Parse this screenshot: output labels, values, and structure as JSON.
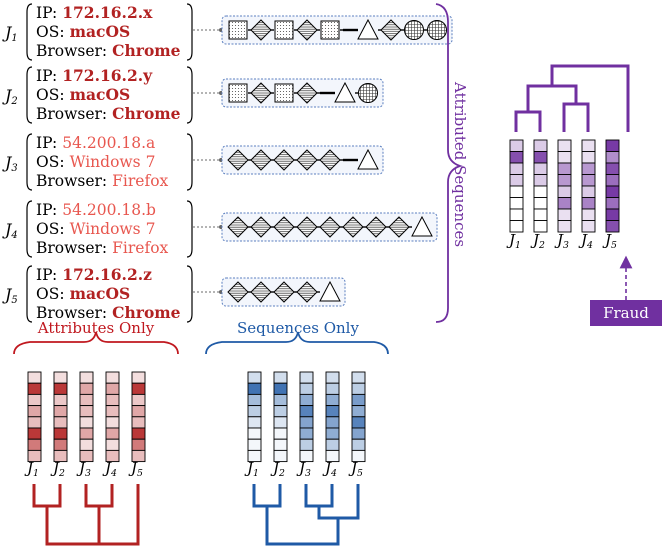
{
  "colors": {
    "bold_red": "#b22222",
    "light_red": "#e8574f",
    "purple": "#7030a0",
    "blue": "#1f5aa6",
    "panel_border": "#5b7fbf",
    "panel_fill": "#f3f6fc"
  },
  "jobs": [
    {
      "label": "J",
      "sub": "1",
      "ip_label": "IP:",
      "ip": "172.16.2.x",
      "os_label": "OS:",
      "os": "macOS",
      "browser_label": "Browser:",
      "browser": "Chrome",
      "highlight": "bold",
      "sequence": [
        "square",
        "diamond",
        "square",
        "diamond",
        "square",
        "line",
        "triangle",
        "diamond",
        "circle",
        "circle"
      ]
    },
    {
      "label": "J",
      "sub": "2",
      "ip_label": "IP:",
      "ip": "172.16.2.y",
      "os_label": "OS:",
      "os": "macOS",
      "browser_label": "Browser:",
      "browser": "Chrome",
      "highlight": "bold",
      "sequence": [
        "square",
        "diamond",
        "square",
        "diamond",
        "line",
        "triangle",
        "circle"
      ]
    },
    {
      "label": "J",
      "sub": "3",
      "ip_label": "IP:",
      "ip": "54.200.18.a",
      "os_label": "OS:",
      "os": "Windows 7",
      "browser_label": "Browser:",
      "browser": "Firefox",
      "highlight": "light",
      "sequence": [
        "diamond",
        "diamond",
        "diamond",
        "diamond",
        "diamond",
        "line",
        "triangle"
      ]
    },
    {
      "label": "J",
      "sub": "4",
      "ip_label": "IP:",
      "ip": "54.200.18.b",
      "os_label": "OS:",
      "os": "Windows 7",
      "browser_label": "Browser:",
      "browser": "Firefox",
      "highlight": "light",
      "sequence": [
        "diamond",
        "diamond",
        "diamond",
        "diamond",
        "diamond",
        "diamond",
        "diamond",
        "diamond",
        "triangle"
      ]
    },
    {
      "label": "J",
      "sub": "5",
      "ip_label": "IP:",
      "ip": "172.16.2.z",
      "os_label": "OS:",
      "os": "macOS",
      "browser_label": "Browser:",
      "browser": "Chrome",
      "highlight": "bold",
      "sequence": [
        "diamond",
        "diamond",
        "diamond",
        "diamond",
        "triangle"
      ]
    }
  ],
  "attributed": {
    "label": "Attributed Sequences",
    "fraud_label": "Fraud",
    "fraud_job_index": 4,
    "columns": [
      [
        0.25,
        0.85,
        0.25,
        0.25,
        0,
        0,
        0,
        0
      ],
      [
        0.25,
        0.85,
        0.25,
        0.25,
        0,
        0,
        0,
        0
      ],
      [
        0.15,
        0.15,
        0.5,
        0.5,
        0.25,
        0.6,
        0.15,
        0.15
      ],
      [
        0.15,
        0.15,
        0.5,
        0.5,
        0.25,
        0.6,
        0.15,
        0.15
      ],
      [
        0.95,
        0.55,
        0.85,
        0.7,
        0.95,
        0.7,
        0.95,
        0.85
      ]
    ]
  },
  "attributes_only": {
    "label": "Attributes Only",
    "columns": [
      [
        0.15,
        0.9,
        0.25,
        0.4,
        0.3,
        0.9,
        0.6,
        0.3
      ],
      [
        0.15,
        0.9,
        0.25,
        0.4,
        0.3,
        0.9,
        0.6,
        0.3
      ],
      [
        0.15,
        0.4,
        0.3,
        0.3,
        0.15,
        0.4,
        0.15,
        0.3
      ],
      [
        0.15,
        0.4,
        0.3,
        0.3,
        0.15,
        0.4,
        0.15,
        0.3
      ],
      [
        0.15,
        0.9,
        0.25,
        0.4,
        0.3,
        0.9,
        0.6,
        0.3
      ]
    ]
  },
  "sequences_only": {
    "label": "Sequences Only",
    "columns": [
      [
        0.2,
        0.85,
        0.4,
        0.3,
        0.15,
        0.05,
        0.05,
        0.05
      ],
      [
        0.2,
        0.85,
        0.4,
        0.3,
        0.15,
        0.05,
        0.05,
        0.05
      ],
      [
        0.2,
        0.3,
        0.5,
        0.75,
        0.55,
        0.5,
        0.3,
        0.05
      ],
      [
        0.2,
        0.3,
        0.5,
        0.75,
        0.55,
        0.5,
        0.3,
        0.05
      ],
      [
        0.2,
        0.3,
        0.6,
        0.5,
        0.75,
        0.55,
        0.3,
        0.05
      ]
    ]
  }
}
